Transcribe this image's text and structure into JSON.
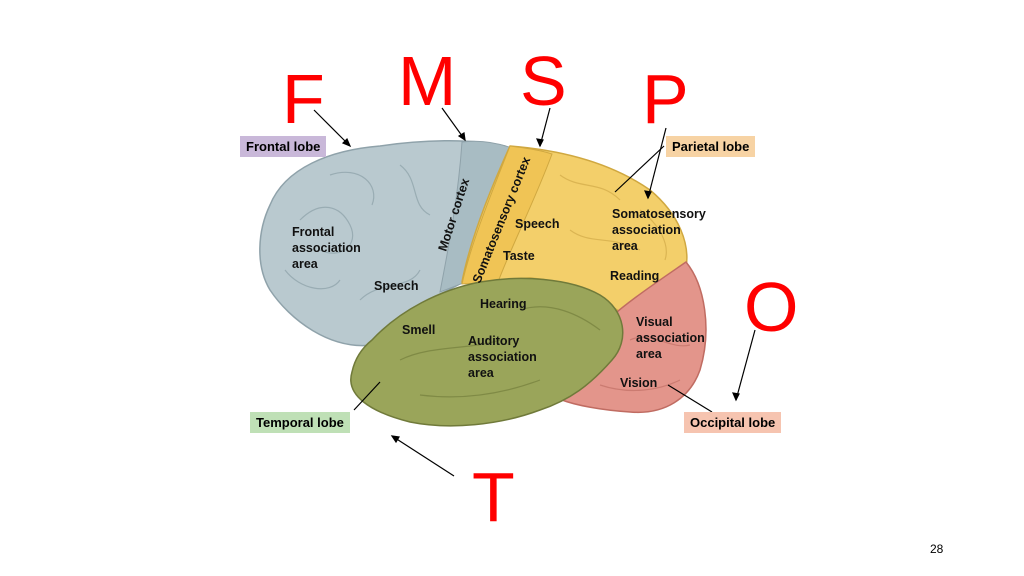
{
  "letters": {
    "frontal": "F",
    "motor": "M",
    "sensory": "S",
    "parietal": "P",
    "occipital": "O",
    "temporal": "T"
  },
  "lobe_labels": {
    "frontal": "Frontal lobe",
    "parietal": "Parietal lobe",
    "temporal": "Temporal lobe",
    "occipital": "Occipital lobe"
  },
  "region_labels": {
    "frontal_association_1": "Frontal",
    "frontal_association_2": "association",
    "frontal_association_3": "area",
    "speech_frontal": "Speech",
    "motor_cortex": "Motor cortex",
    "somatosensory_cortex": "Somatosensory cortex",
    "speech_parietal": "Speech",
    "taste": "Taste",
    "somato_assoc_1": "Somatosensory",
    "somato_assoc_2": "association",
    "somato_assoc_3": "area",
    "reading": "Reading",
    "hearing": "Hearing",
    "smell": "Smell",
    "auditory_1": "Auditory",
    "auditory_2": "association",
    "auditory_3": "area",
    "visual_1": "Visual",
    "visual_2": "association",
    "visual_3": "area",
    "vision": "Vision"
  },
  "page_number": "28",
  "colors": {
    "letters": "#ff0000",
    "frontal": "#b9c9cf",
    "motor": "#a8bcc3",
    "parietal": "#f3cf6a",
    "temporal": "#9aa55a",
    "occipital": "#e3958b",
    "frontal_tag": "#c9b8d9",
    "parietal_tag": "#f7d3a4",
    "temporal_tag": "#bfe0b6",
    "occipital_tag": "#f6c4b0"
  }
}
